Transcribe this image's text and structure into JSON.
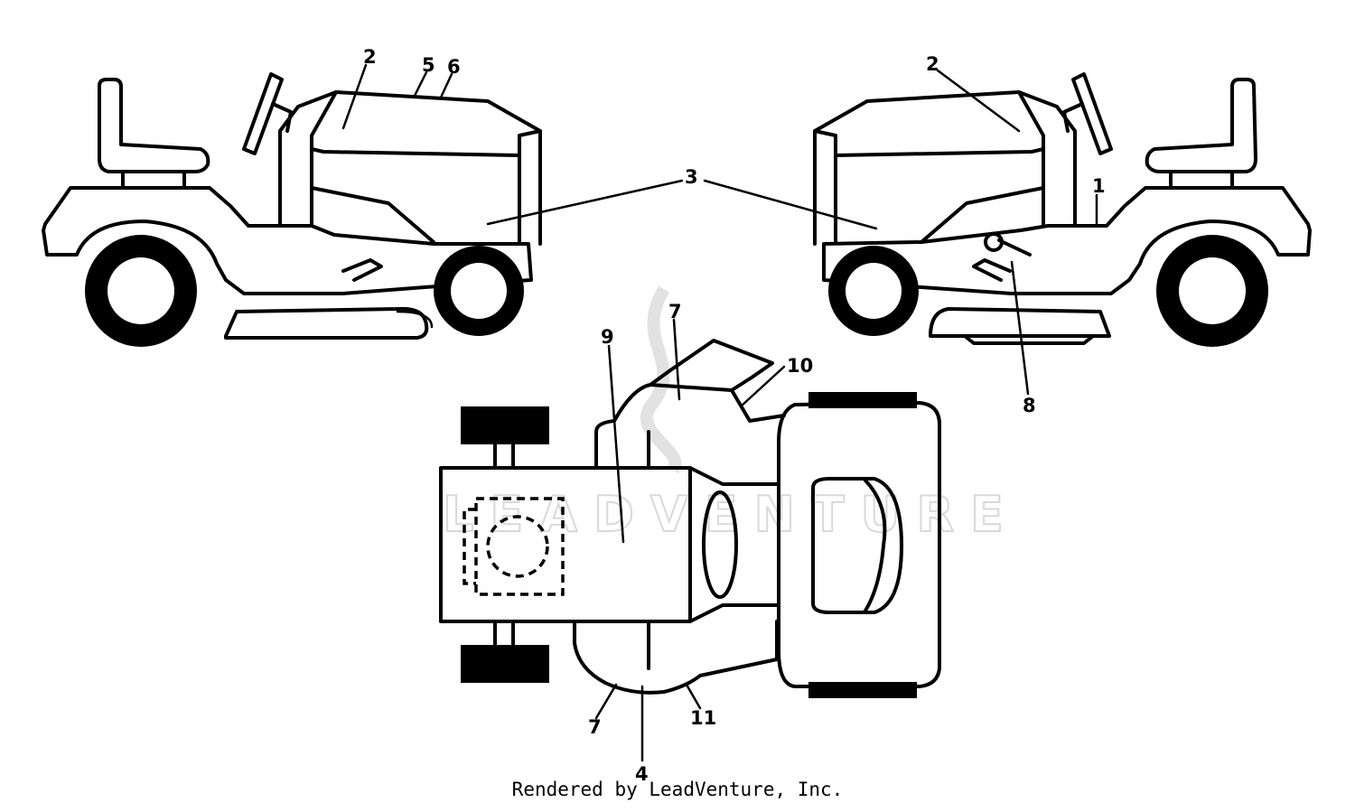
{
  "watermark": "LEADVENTURE",
  "footer": "Rendered by LeadVenture, Inc.",
  "callouts": [
    "1",
    "2",
    "2",
    "3",
    "4",
    "5",
    "6",
    "7",
    "7",
    "8",
    "9",
    "10",
    "11"
  ]
}
